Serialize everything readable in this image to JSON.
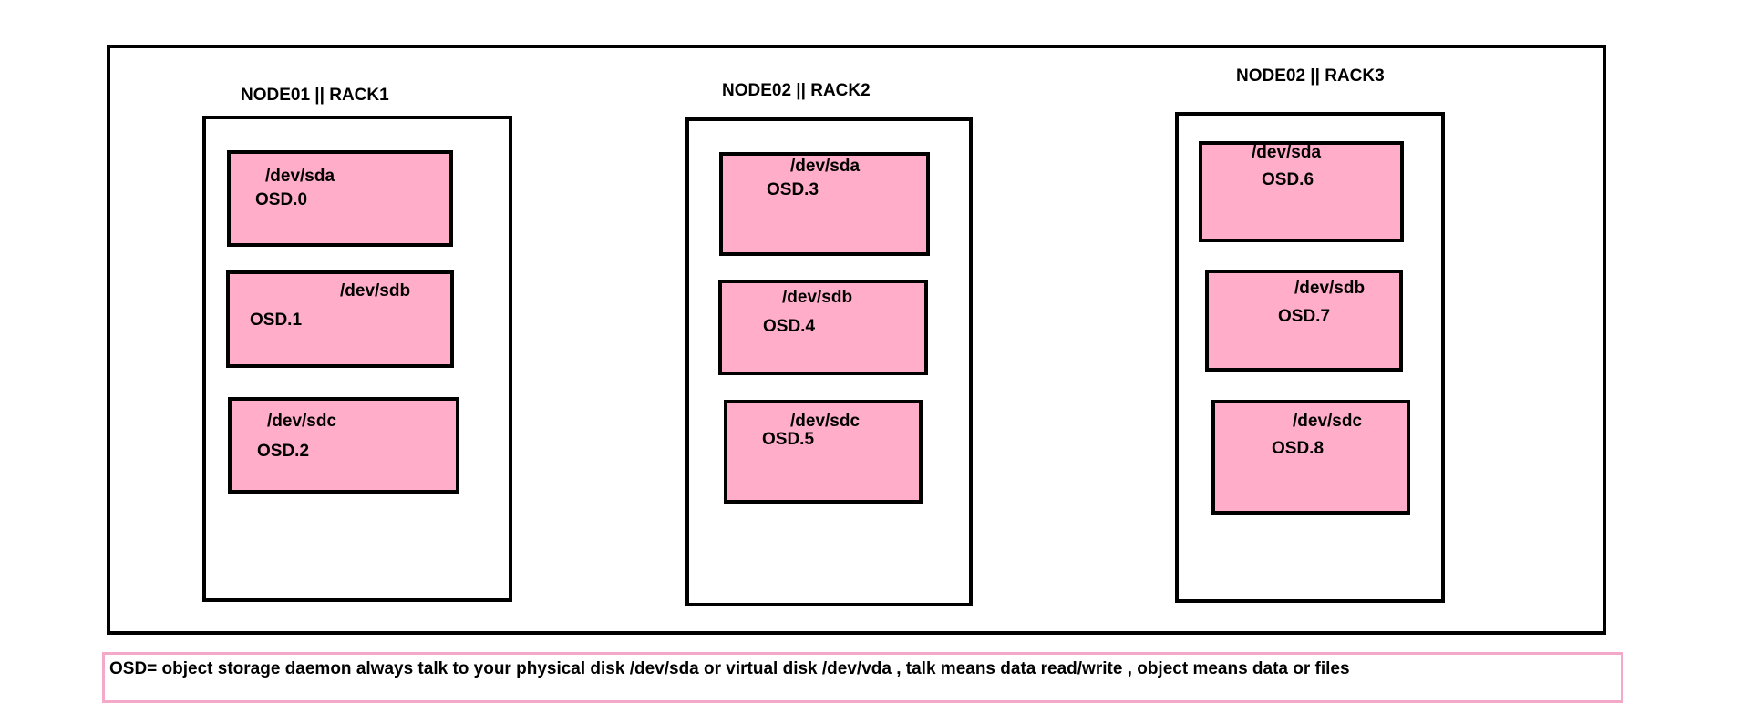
{
  "colors": {
    "disk_fill": "#ffadc9",
    "border": "#000000",
    "legend_border": "#f5a9c8",
    "background": "#ffffff"
  },
  "nodes": [
    {
      "title": "NODE01 || RACK1",
      "disks": [
        {
          "device": "/dev/sda",
          "osd": "OSD.0"
        },
        {
          "device": "/dev/sdb",
          "osd": "OSD.1"
        },
        {
          "device": "/dev/sdc",
          "osd": "OSD.2"
        }
      ]
    },
    {
      "title": "NODE02 || RACK2",
      "disks": [
        {
          "device": "/dev/sda",
          "osd": "OSD.3"
        },
        {
          "device": "/dev/sdb",
          "osd": "OSD.4"
        },
        {
          "device": "/dev/sdc",
          "osd": "OSD.5"
        }
      ]
    },
    {
      "title": "NODE02 || RACK3",
      "disks": [
        {
          "device": "/dev/sda",
          "osd": "OSD.6"
        },
        {
          "device": "/dev/sdb",
          "osd": "OSD.7"
        },
        {
          "device": "/dev/sdc",
          "osd": "OSD.8"
        }
      ]
    }
  ],
  "legend": {
    "text": "OSD= object storage daemon always talk to your physical disk /dev/sda or virtual disk /dev/vda , talk means data read/write , object means data or files"
  }
}
